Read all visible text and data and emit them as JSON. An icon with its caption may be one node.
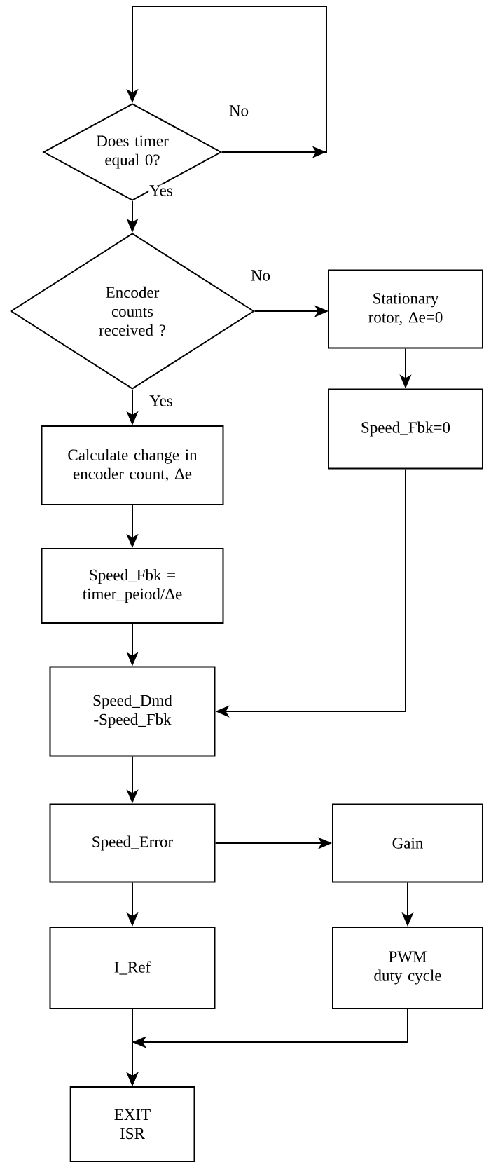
{
  "diagram": {
    "nodes": [
      {
        "text": [
          "Does timer equal 0?"
        ]
      },
      {
        "text": [
          "Encoder counts received ?"
        ]
      },
      {
        "text": [
          "Stationary rotor, Δe=0"
        ]
      },
      {
        "text": [
          "Speed_Fbk=0"
        ]
      },
      {
        "text": [
          "Calculate change in encoder count, Δe"
        ]
      },
      {
        "text": [
          "Speed_Fbk = timer_peiod/Δe"
        ]
      },
      {
        "text": [
          "Speed_Dmd -Speed_Fbk"
        ]
      },
      {
        "text": [
          "Speed_Error"
        ]
      },
      {
        "text": [
          "Gain"
        ]
      },
      {
        "text": [
          "I_Ref"
        ]
      },
      {
        "text": [
          "PWM duty cycle"
        ]
      },
      {
        "text": [
          "EXIT ISR"
        ]
      }
    ],
    "edges": [
      {
        "from": 0,
        "to": 0,
        "arrow": "to",
        "label": "No"
      },
      {
        "from": 0,
        "to": 1,
        "arrow": "to",
        "label": "Yes"
      },
      {
        "from": 1,
        "to": 2,
        "arrow": "to",
        "label": "No"
      },
      {
        "from": 1,
        "to": 4,
        "arrow": "to",
        "label": "Yes"
      },
      {
        "from": 2,
        "to": 3,
        "arrow": "to"
      },
      {
        "from": 4,
        "to": 5,
        "arrow": "to"
      },
      {
        "from": 5,
        "to": 6,
        "arrow": "to"
      },
      {
        "from": 3,
        "to": 6,
        "arrow": "to"
      },
      {
        "from": 6,
        "to": 7,
        "arrow": "to"
      },
      {
        "from": 7,
        "to": 8,
        "arrow": "to"
      },
      {
        "from": 7,
        "to": 9,
        "arrow": "to"
      },
      {
        "from": 8,
        "to": 10,
        "arrow": "to"
      },
      {
        "from": 9,
        "to": 11,
        "arrow": "to"
      },
      {
        "from": 10,
        "to": 11,
        "arrow": "to"
      }
    ]
  }
}
